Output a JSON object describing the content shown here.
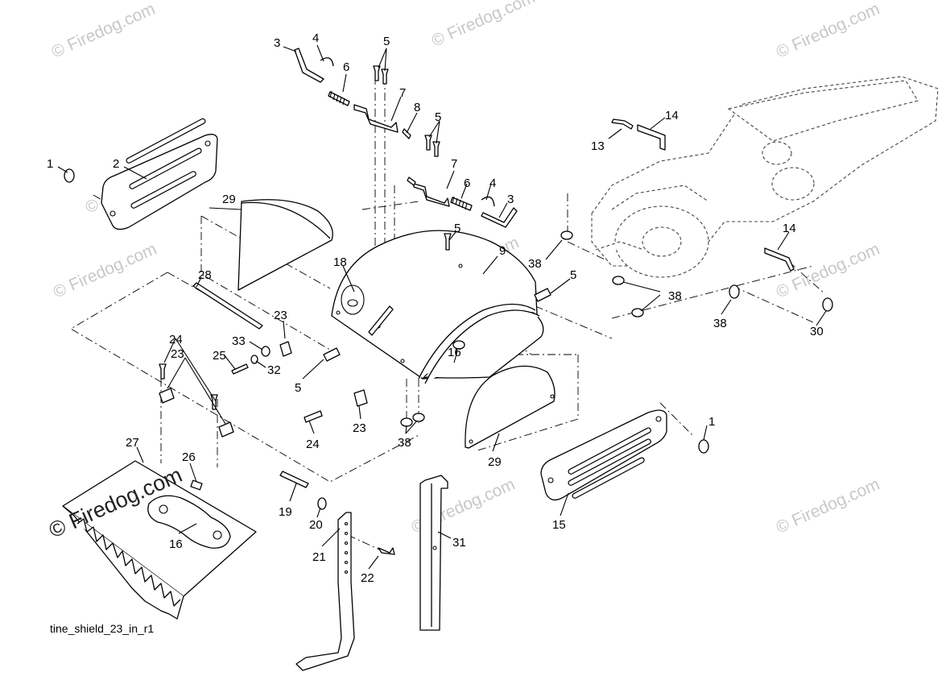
{
  "caption": "tine_shield_23_in_r1",
  "watermark": "© Firedog.com",
  "watermark_main": "© Firedog.com",
  "callouts": {
    "c1a": "1",
    "c1b": "1",
    "c2": "2",
    "c3a": "3",
    "c3b": "3",
    "c4a": "4",
    "c4b": "4",
    "c5a": "5",
    "c5b": "5",
    "c5c": "5",
    "c5d": "5",
    "c5e": "5",
    "c6a": "6",
    "c6b": "6",
    "c7a": "7",
    "c7b": "7",
    "c8": "8",
    "c9": "9",
    "c13": "13",
    "c14a": "14",
    "c14b": "14",
    "c15": "15",
    "c16a": "16",
    "c16b": "16",
    "c18": "18",
    "c19": "19",
    "c20": "20",
    "c21": "21",
    "c22": "22",
    "c23a": "23",
    "c23b": "23",
    "c23c": "23",
    "c24a": "24",
    "c24b": "24",
    "c25": "25",
    "c26": "26",
    "c27": "27",
    "c28": "28",
    "c29a": "29",
    "c29b": "29",
    "c30": "30",
    "c31": "31",
    "c32": "32",
    "c33": "33",
    "c38a": "38",
    "c38b": "38",
    "c38c": "38",
    "c38d": "38"
  }
}
